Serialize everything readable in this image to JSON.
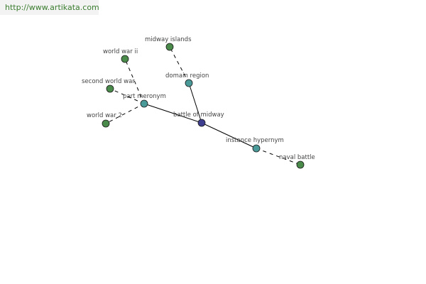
{
  "header": {
    "url": "http://www.artikata.com"
  },
  "colors": {
    "center": "#3d3d8f",
    "relation": "#4a9a9a",
    "term": "#4a8a4a"
  },
  "graph": {
    "nodes": [
      {
        "id": "battle-of-midway",
        "label": "battle of midway",
        "kind": "center"
      },
      {
        "id": "part-meronym",
        "label": "part meronym",
        "kind": "relation"
      },
      {
        "id": "domain-region",
        "label": "domain region",
        "kind": "relation"
      },
      {
        "id": "instance-hypernym",
        "label": "instance hypernym",
        "kind": "relation"
      },
      {
        "id": "world-war-ii",
        "label": "world war ii",
        "kind": "term"
      },
      {
        "id": "second-world-war",
        "label": "second world war",
        "kind": "term"
      },
      {
        "id": "world-war-2",
        "label": "world war 2",
        "kind": "term"
      },
      {
        "id": "midway-islands",
        "label": "midway islands",
        "kind": "term"
      },
      {
        "id": "naval-battle",
        "label": "naval battle",
        "kind": "term"
      }
    ],
    "edges": [
      {
        "from": "battle-of-midway",
        "to": "part-meronym",
        "style": "solid"
      },
      {
        "from": "battle-of-midway",
        "to": "domain-region",
        "style": "solid"
      },
      {
        "from": "battle-of-midway",
        "to": "instance-hypernym",
        "style": "solid"
      },
      {
        "from": "part-meronym",
        "to": "world-war-ii",
        "style": "dashed"
      },
      {
        "from": "part-meronym",
        "to": "second-world-war",
        "style": "dashed"
      },
      {
        "from": "part-meronym",
        "to": "world-war-2",
        "style": "dashed"
      },
      {
        "from": "domain-region",
        "to": "midway-islands",
        "style": "dashed"
      },
      {
        "from": "instance-hypernym",
        "to": "naval-battle",
        "style": "dashed"
      }
    ]
  }
}
